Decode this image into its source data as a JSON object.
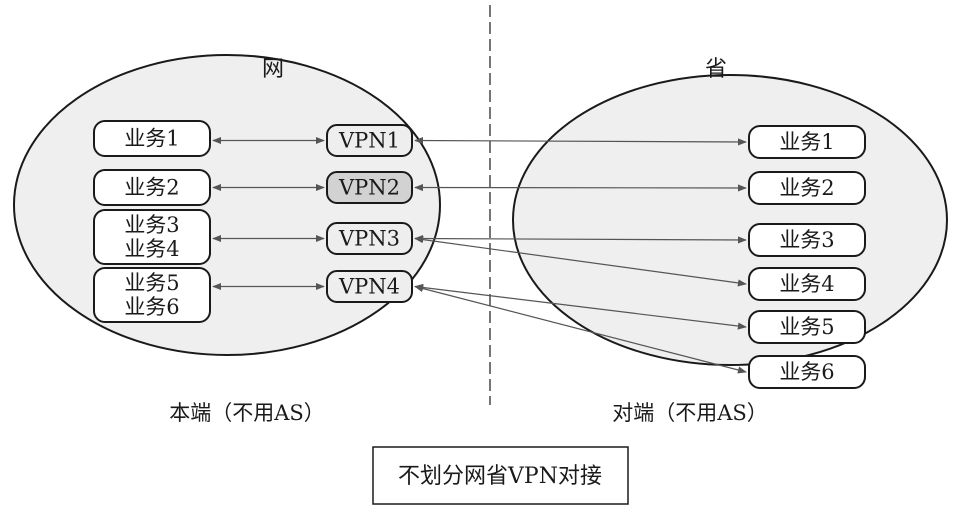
{
  "left_region": {
    "title": "网",
    "caption": "本端（不用AS）",
    "services": [
      {
        "lines": [
          "业务1"
        ]
      },
      {
        "lines": [
          "业务2"
        ]
      },
      {
        "lines": [
          "业务3",
          "业务4"
        ]
      },
      {
        "lines": [
          "业务5",
          "业务6"
        ]
      }
    ],
    "vpns": [
      {
        "label": "VPN1",
        "shaded": false
      },
      {
        "label": "VPN2",
        "shaded": true
      },
      {
        "label": "VPN3",
        "shaded": false
      },
      {
        "label": "VPN4",
        "shaded": false
      }
    ]
  },
  "right_region": {
    "title": "省",
    "caption": "对端（不用AS）",
    "services": [
      "业务1",
      "业务2",
      "业务3",
      "业务4",
      "业务5",
      "业务6"
    ]
  },
  "connections": [
    {
      "vpn": "VPN1",
      "service": "业务1"
    },
    {
      "vpn": "VPN2",
      "service": "业务2"
    },
    {
      "vpn": "VPN3",
      "service": "业务3"
    },
    {
      "vpn": "VPN3",
      "service": "业务4"
    },
    {
      "vpn": "VPN4",
      "service": "业务5"
    },
    {
      "vpn": "VPN4",
      "service": "业务6"
    }
  ],
  "bottom_label": "不划分网省VPN对接",
  "colors": {
    "ellipse_fill": "#efefef",
    "box_fill": "#ffffff",
    "vpn_fill": "#eeeeee",
    "vpn_shaded_fill": "#d2d2d2",
    "stroke": "#1a1a1a",
    "arrow": "#555555"
  }
}
